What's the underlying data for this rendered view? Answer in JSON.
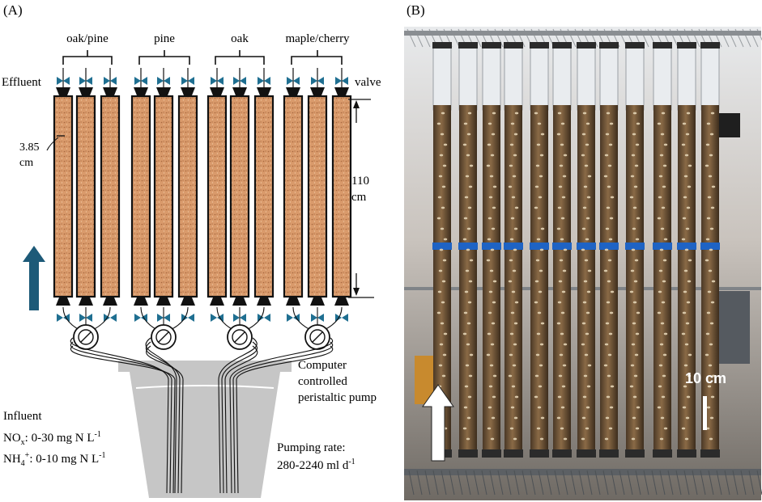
{
  "panel_a": {
    "label": "(A)",
    "groups": [
      "oak/pine",
      "pine",
      "oak",
      "maple/cherry"
    ],
    "effluent": "Effluent",
    "valve": "valve",
    "diameter_value": "3.85",
    "diameter_unit": "cm",
    "length_value": "110",
    "length_unit": "cm",
    "pump_lines": [
      "Computer",
      "controlled",
      "peristaltic pump"
    ],
    "influent_title": "Influent",
    "nox_label": "NO",
    "nox_sub": "x",
    "nox_value": ": 0-30 mg N L",
    "nox_exp": "-1",
    "nh4_label": "NH",
    "nh4_sub": "4",
    "nh4_sup": "+",
    "nh4_value": ": 0-10 mg N L",
    "nh4_exp": "-1",
    "rate_title": "Pumping rate:",
    "rate_value": "280-2240 ml d",
    "rate_exp": "-1",
    "colors": {
      "column_fill": "#d99a6b",
      "valve": "#1f6f91",
      "flow_arrow": "#1d5a78",
      "bucket": "#c6c6c6"
    }
  },
  "panel_b": {
    "label": "(B)",
    "scale_text": "10 cm",
    "colors": {
      "tape": "#1e63c4",
      "arrow": "#ffffff"
    }
  }
}
